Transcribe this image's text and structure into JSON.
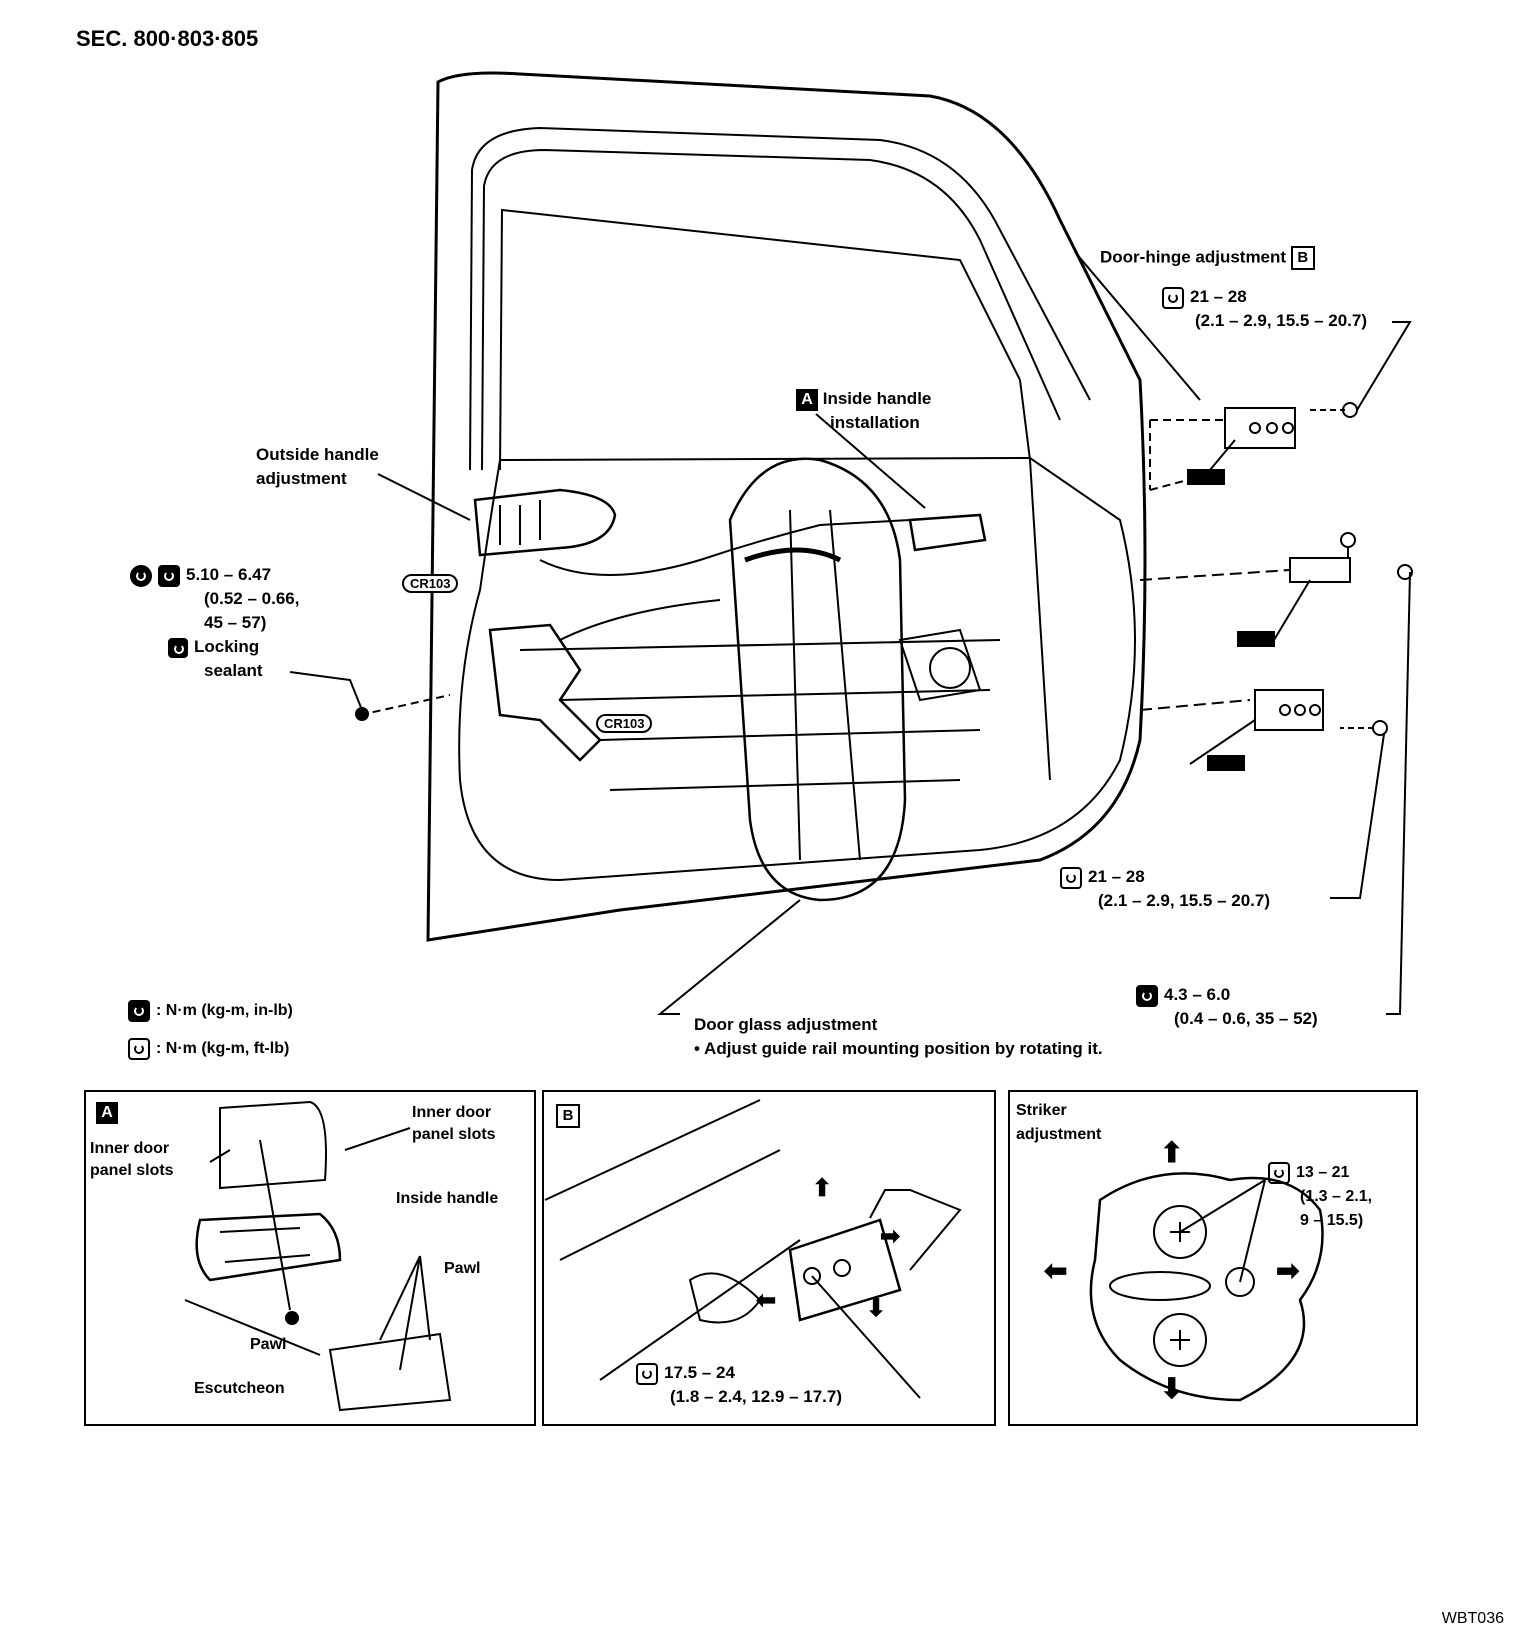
{
  "header": {
    "section": "SEC. 800·803·805"
  },
  "main_view": {
    "hinge_adjustment": {
      "label": "Door-hinge adjustment",
      "tag": "B",
      "torque_upper": {
        "range": "21 – 28",
        "detail": "(2.1 – 2.9, 15.5 – 20.7)"
      }
    },
    "inside_handle": {
      "tag": "A",
      "line1": "Inside handle",
      "line2": "installation"
    },
    "outside_handle": {
      "line1": "Outside handle",
      "line2": "adjustment"
    },
    "lock_torque": {
      "range": "5.10 – 6.47",
      "line2": "(0.52 – 0.66,",
      "line3": "45 – 57)",
      "sealant1": "Locking",
      "sealant2": "sealant"
    },
    "connector_1": "CR103",
    "connector_2": "CR103",
    "hinge_torque_lower": {
      "range": "21 – 28",
      "detail": "(2.1 – 2.9, 15.5 – 20.7)"
    },
    "check_link_torque": {
      "range": "4.3 – 6.0",
      "detail": "(0.4 – 0.6, 35 – 52)"
    },
    "door_glass": {
      "title": "Door glass adjustment",
      "note": "• Adjust guide rail mounting position by rotating it."
    }
  },
  "legend": {
    "inlb": ": N·m (kg-m, in-lb)",
    "ftlb": ": N·m (kg-m, ft-lb)"
  },
  "panel_a": {
    "tag": "A",
    "slots_left_1": "Inner door",
    "slots_left_2": "panel slots",
    "slots_right_1": "Inner door",
    "slots_right_2": "panel slots",
    "inside_handle": "Inside handle",
    "pawl_top": "Pawl",
    "pawl_left": "Pawl",
    "escutcheon": "Escutcheon"
  },
  "panel_b": {
    "tag": "B",
    "range": "17.5 – 24",
    "detail": "(1.8 – 2.4, 12.9 – 17.7)"
  },
  "panel_striker": {
    "title1": "Striker",
    "title2": "adjustment",
    "range": "13 – 21",
    "line2": "(1.3 – 2.1,",
    "line3": "9 – 15.5)"
  },
  "footer": {
    "code": "WBT036"
  }
}
